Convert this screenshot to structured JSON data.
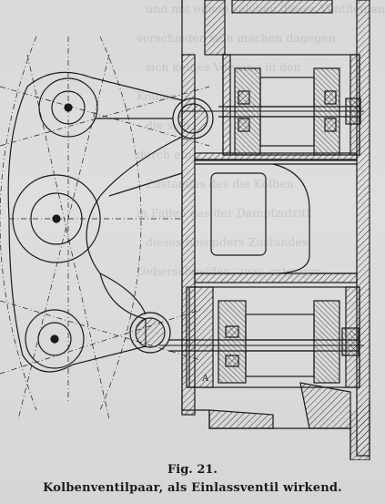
{
  "figure": {
    "number_label": "Fig. 21.",
    "caption": "Kolbenventilpaar, als Einlassventil wirkend.",
    "callout_label": "A"
  },
  "bleed_through_lines": [
    "und mit einem solchen dieses Ventilen an",
    "verschieden sein machen dagegen",
    "sich keines Vorgang in den",
    "Kolben",
    "die sich",
    "durch ein",
    "Zustandes des die Kolben",
    "in Fallen das der Dampfzutritt",
    "dieses besonders Zustandes",
    "Ueberschneiden, zwei entgegen"
  ],
  "colors": {
    "ink": "#1a1a1a",
    "paper": "#dcdcdc"
  }
}
